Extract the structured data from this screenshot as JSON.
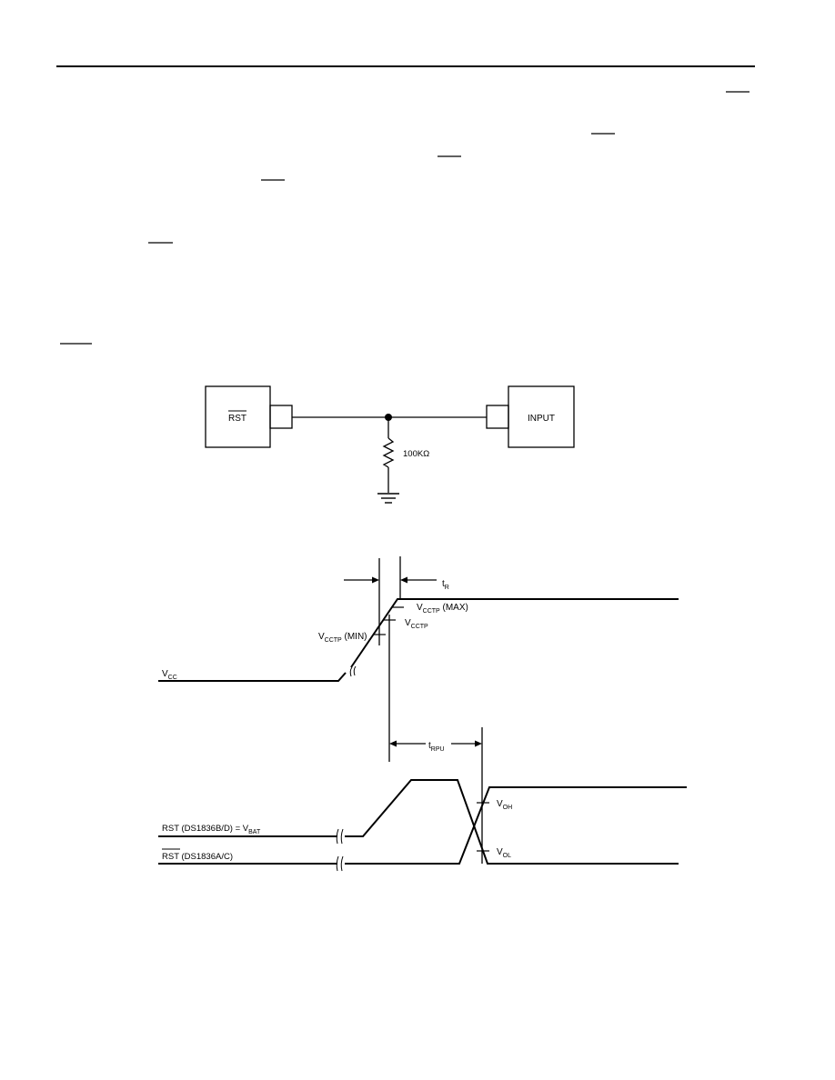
{
  "circuit": {
    "rst_label": "RST",
    "input_label": "INPUT",
    "resistor_label": "100KΩ"
  },
  "timing": {
    "tr": {
      "t": "t",
      "sub": "R"
    },
    "vcctp_max": {
      "v": "V",
      "sub": "CCTP",
      "suffix": " (MAX)"
    },
    "vcctp": {
      "v": "V",
      "sub": "CCTP"
    },
    "vcctp_min": {
      "v": "V",
      "sub": "CCTP",
      "suffix": " (MIN)"
    },
    "vcc": {
      "v": "V",
      "sub": "CC"
    },
    "trpu": {
      "t": "t",
      "sub": "RPU"
    },
    "voh": {
      "v": "V",
      "sub": "OH"
    },
    "vol": {
      "v": "V",
      "sub": "OL"
    },
    "rst_b": {
      "main": "RST (DS1836B/D) = V",
      "sub": "BAT"
    },
    "rst_a": {
      "name": "RST",
      "rest": " (DS1836A/C)"
    }
  }
}
